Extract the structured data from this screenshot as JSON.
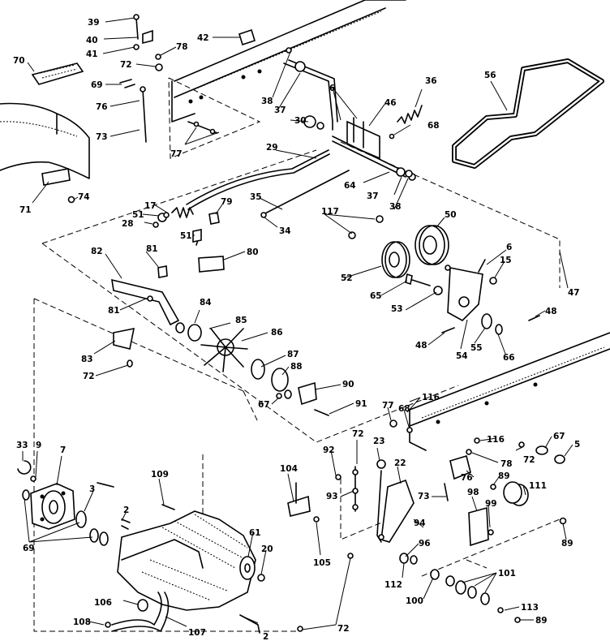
{
  "callouts": [
    {
      "id": "39",
      "text": "39"
    },
    {
      "id": "40",
      "text": "40"
    },
    {
      "id": "41",
      "text": "41"
    },
    {
      "id": "42",
      "text": "42"
    },
    {
      "id": "70",
      "text": "70"
    },
    {
      "id": "78a",
      "text": "78"
    },
    {
      "id": "72a",
      "text": "72"
    },
    {
      "id": "69a",
      "text": "69"
    },
    {
      "id": "76a",
      "text": "76"
    },
    {
      "id": "73a",
      "text": "73"
    },
    {
      "id": "77a",
      "text": "77"
    },
    {
      "id": "38a",
      "text": "38"
    },
    {
      "id": "37a",
      "text": "37"
    },
    {
      "id": "6a",
      "text": "6"
    },
    {
      "id": "46",
      "text": "46"
    },
    {
      "id": "36",
      "text": "36"
    },
    {
      "id": "56",
      "text": "56"
    },
    {
      "id": "30",
      "text": "30"
    },
    {
      "id": "68a",
      "text": "68"
    },
    {
      "id": "29",
      "text": "29"
    },
    {
      "id": "64",
      "text": "64"
    },
    {
      "id": "37b",
      "text": "37"
    },
    {
      "id": "38b",
      "text": "38"
    },
    {
      "id": "71",
      "text": "71"
    },
    {
      "id": "74",
      "text": "74"
    },
    {
      "id": "17",
      "text": "17"
    },
    {
      "id": "51a",
      "text": "51"
    },
    {
      "id": "28",
      "text": "28"
    },
    {
      "id": "79",
      "text": "79"
    },
    {
      "id": "35",
      "text": "35"
    },
    {
      "id": "34",
      "text": "34"
    },
    {
      "id": "117",
      "text": "117"
    },
    {
      "id": "50",
      "text": "50"
    },
    {
      "id": "51b",
      "text": "51"
    },
    {
      "id": "82",
      "text": "82"
    },
    {
      "id": "81a",
      "text": "81"
    },
    {
      "id": "80",
      "text": "80"
    },
    {
      "id": "6b",
      "text": "6"
    },
    {
      "id": "15",
      "text": "15"
    },
    {
      "id": "52",
      "text": "52"
    },
    {
      "id": "47",
      "text": "47"
    },
    {
      "id": "65",
      "text": "65"
    },
    {
      "id": "53",
      "text": "53"
    },
    {
      "id": "81b",
      "text": "81"
    },
    {
      "id": "84",
      "text": "84"
    },
    {
      "id": "85",
      "text": "85"
    },
    {
      "id": "48a",
      "text": "48"
    },
    {
      "id": "86",
      "text": "86"
    },
    {
      "id": "48b",
      "text": "48"
    },
    {
      "id": "54",
      "text": "54"
    },
    {
      "id": "55",
      "text": "55"
    },
    {
      "id": "66",
      "text": "66"
    },
    {
      "id": "83",
      "text": "83"
    },
    {
      "id": "87",
      "text": "87"
    },
    {
      "id": "72b",
      "text": "72"
    },
    {
      "id": "88",
      "text": "88"
    },
    {
      "id": "90",
      "text": "90"
    },
    {
      "id": "67a",
      "text": "67"
    },
    {
      "id": "91",
      "text": "91"
    },
    {
      "id": "116a",
      "text": "116"
    },
    {
      "id": "77b",
      "text": "77"
    },
    {
      "id": "68b",
      "text": "68"
    },
    {
      "id": "72c",
      "text": "72"
    },
    {
      "id": "67b",
      "text": "67"
    },
    {
      "id": "116b",
      "text": "116"
    },
    {
      "id": "5",
      "text": "5"
    },
    {
      "id": "23",
      "text": "23"
    },
    {
      "id": "72d",
      "text": "72"
    },
    {
      "id": "78b",
      "text": "78"
    },
    {
      "id": "33",
      "text": "33"
    },
    {
      "id": "9",
      "text": "9"
    },
    {
      "id": "7",
      "text": "7"
    },
    {
      "id": "92",
      "text": "92"
    },
    {
      "id": "76b",
      "text": "76"
    },
    {
      "id": "89a",
      "text": "89"
    },
    {
      "id": "109",
      "text": "109"
    },
    {
      "id": "104",
      "text": "104"
    },
    {
      "id": "22",
      "text": "22"
    },
    {
      "id": "111",
      "text": "111"
    },
    {
      "id": "3",
      "text": "3"
    },
    {
      "id": "93",
      "text": "93"
    },
    {
      "id": "73b",
      "text": "73"
    },
    {
      "id": "98",
      "text": "98"
    },
    {
      "id": "99",
      "text": "99"
    },
    {
      "id": "2a",
      "text": "2"
    },
    {
      "id": "94",
      "text": "94"
    },
    {
      "id": "61",
      "text": "61"
    },
    {
      "id": "89b",
      "text": "89"
    },
    {
      "id": "20",
      "text": "20"
    },
    {
      "id": "105",
      "text": "105"
    },
    {
      "id": "96",
      "text": "96"
    },
    {
      "id": "69b",
      "text": "69"
    },
    {
      "id": "112",
      "text": "112"
    },
    {
      "id": "101",
      "text": "101"
    },
    {
      "id": "106",
      "text": "106"
    },
    {
      "id": "100",
      "text": "100"
    },
    {
      "id": "113",
      "text": "113"
    },
    {
      "id": "108",
      "text": "108"
    },
    {
      "id": "107",
      "text": "107"
    },
    {
      "id": "2b",
      "text": "2"
    },
    {
      "id": "72e",
      "text": "72"
    },
    {
      "id": "89c",
      "text": "89"
    }
  ]
}
